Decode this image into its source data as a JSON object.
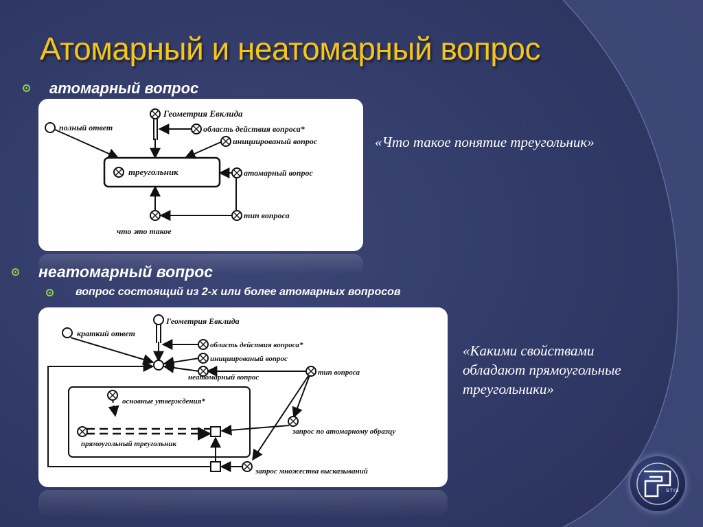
{
  "title": "Атомарный и неатомарный вопрос",
  "bullets": {
    "atomic": "атомарный вопрос",
    "nonatomic": "неатомарный вопрос",
    "nonatomic_sub": "вопрос состоящий из 2-х или более атомарных вопросов"
  },
  "diagram1": {
    "geometry": "Геометрия Евклида",
    "full_answer": "полный ответ",
    "scope": "область действия вопроса*",
    "initiated": "инициированый вопрос",
    "triangle": "треугольник",
    "atomic_q": "атомарный вопрос",
    "q_type": "тип вопроса",
    "what_is": "что это такое"
  },
  "diagram2": {
    "brief_answer": "краткий ответ",
    "geometry": "Геометрия Евклида",
    "scope": "область действия вопроса*",
    "initiated": "инициированый вопрос",
    "nonatomic_q": "неатомарный вопрос",
    "q_type": "тип вопроса",
    "main_statements": "основные утверждения*",
    "atomic_pattern": "запрос по атомарному образцу",
    "right_triangle": "прямоугольный треугольник",
    "statement_set": "запрос множества высказываний"
  },
  "quotes": {
    "q1": "«Что такое понятие треугольник»",
    "q2_l1": "«Какими свойствами",
    "q2_l2": "обладают прямоугольные",
    "q2_l3": "треугольники»"
  },
  "logo": {
    "text": "STIS"
  },
  "colors": {
    "title": "#f5c518",
    "bullet": "#8fcf4a",
    "background": "#36406b"
  }
}
